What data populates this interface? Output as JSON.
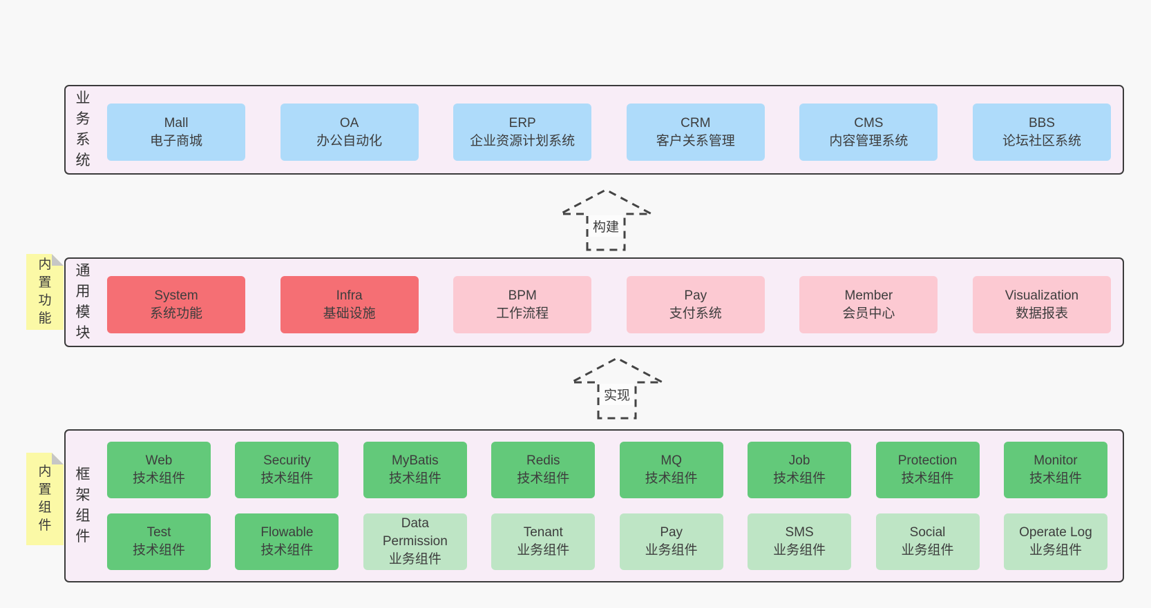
{
  "colors": {
    "page_bg": "#f8f8f8",
    "band_bg": "#f8edf7",
    "band_border": "#3b3b3b",
    "blue_box": "#aedbfa",
    "red_box": "#f56f74",
    "pink_box": "#fcc9d2",
    "green_box": "#63c97a",
    "light_green_box": "#bee5c5",
    "sticky_yellow": "#fbf9a6"
  },
  "bands": [
    {
      "label": "业务系统",
      "boxes": [
        {
          "name": "Mall",
          "desc": "电子商城"
        },
        {
          "name": "OA",
          "desc": "办公自动化"
        },
        {
          "name": "ERP",
          "desc": "企业资源计划系统"
        },
        {
          "name": "CRM",
          "desc": "客户关系管理"
        },
        {
          "name": "CMS",
          "desc": "内容管理系统"
        },
        {
          "name": "BBS",
          "desc": "论坛社区系统"
        }
      ]
    },
    {
      "label": "通用模块",
      "sticky": "内置功能",
      "boxes": [
        {
          "name": "System",
          "desc": "系统功能"
        },
        {
          "name": "Infra",
          "desc": "基础设施"
        },
        {
          "name": "BPM",
          "desc": "工作流程"
        },
        {
          "name": "Pay",
          "desc": "支付系统"
        },
        {
          "name": "Member",
          "desc": "会员中心"
        },
        {
          "name": "Visualization",
          "desc": "数据报表"
        }
      ]
    },
    {
      "label": "框架组件",
      "sticky": "内置组件",
      "rows": [
        {
          "boxes": [
            {
              "name": "Web",
              "desc": "技术组件"
            },
            {
              "name": "Security",
              "desc": "技术组件"
            },
            {
              "name": "MyBatis",
              "desc": "技术组件"
            },
            {
              "name": "Redis",
              "desc": "技术组件"
            },
            {
              "name": "MQ",
              "desc": "技术组件"
            },
            {
              "name": "Job",
              "desc": "技术组件"
            },
            {
              "name": "Protection",
              "desc": "技术组件"
            },
            {
              "name": "Monitor",
              "desc": "技术组件"
            }
          ]
        },
        {
          "boxes": [
            {
              "name": "Test",
              "desc": "技术组件"
            },
            {
              "name": "Flowable",
              "desc": "技术组件"
            },
            {
              "name": "Data Permission",
              "desc": "业务组件"
            },
            {
              "name": "Tenant",
              "desc": "业务组件"
            },
            {
              "name": "Pay",
              "desc": "业务组件"
            },
            {
              "name": "SMS",
              "desc": "业务组件"
            },
            {
              "name": "Social",
              "desc": "业务组件"
            },
            {
              "name": "Operate Log",
              "desc": "业务组件"
            }
          ]
        }
      ]
    }
  ],
  "arrows": [
    {
      "label": "构建"
    },
    {
      "label": "实现"
    }
  ]
}
